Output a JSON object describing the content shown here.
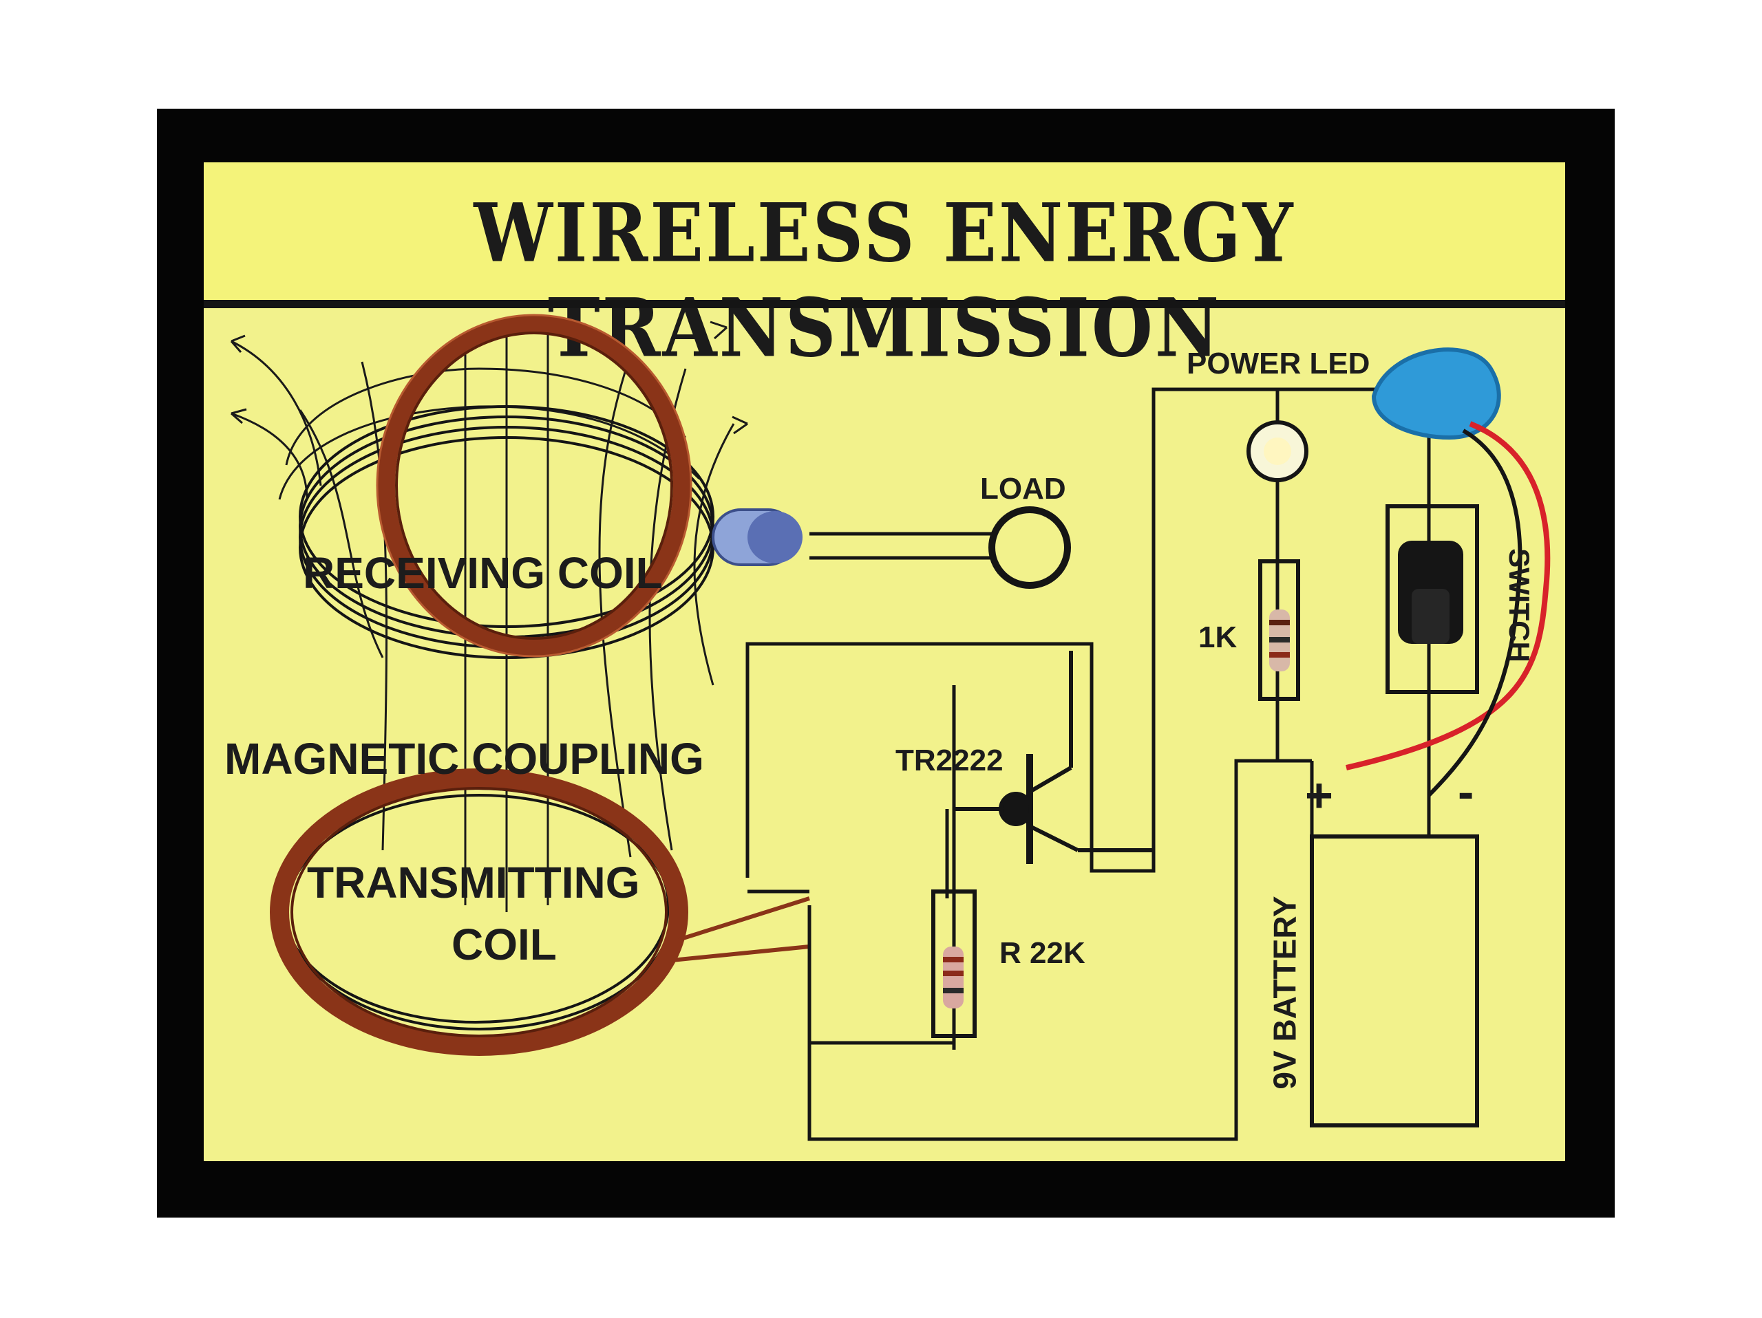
{
  "title": "WIRELESS ENERGY TRANSMISSION",
  "labels": {
    "power_led": "POWER LED",
    "load": "LOAD",
    "receiving_coil": "RECEIVING COIL",
    "magnetic_coupling": "MAGNETIC COUPLING",
    "transmitting_coil_line1": "TRANSMITTING",
    "transmitting_coil_line2": "COIL",
    "transistor": "TR2222",
    "resistor_22k": "R 22K",
    "resistor_1k": "1K",
    "switch": "SWITCH",
    "battery": "9V BATTERY",
    "plus": "+",
    "minus": "-"
  },
  "colors": {
    "board": "#f2f28c",
    "frame": "#050505",
    "copper_wire": "#8a3418",
    "circuit_line": "#151515",
    "led_cap": "#2f9ad8",
    "red_wire": "#d8222a"
  }
}
